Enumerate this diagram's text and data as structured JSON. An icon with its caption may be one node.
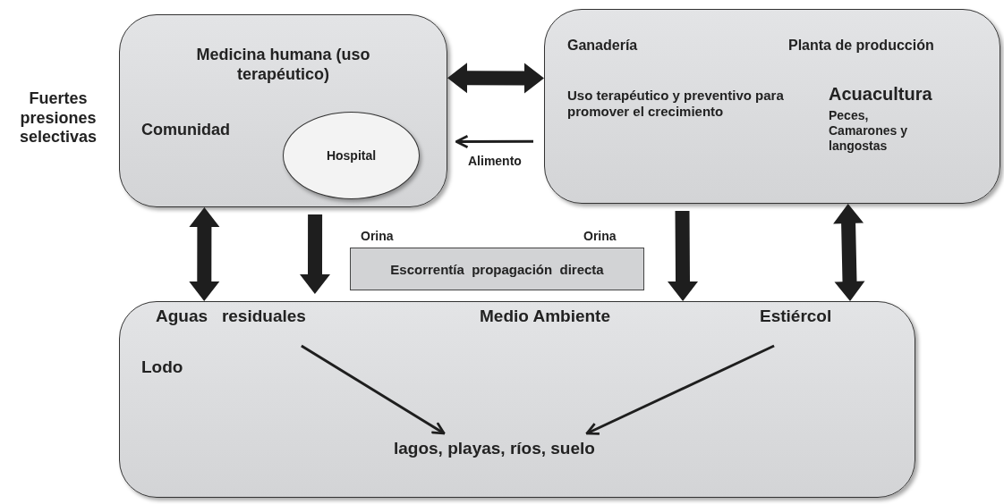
{
  "diagram": {
    "nodes": [
      {
        "text": [
          "Medicina humana (uso terapéutico)",
          "Comunidad"
        ]
      },
      {
        "text": [
          "Hospital"
        ],
        "in": 0
      },
      {
        "text": [
          "Ganadería",
          "Planta de producción",
          "Uso terapéutico y preventivo para  promover el crecimiento",
          "Acuacultura",
          "Peces, Camarones y  langostas"
        ]
      },
      {
        "text": [
          "Escorrentía  propagación  directa"
        ]
      },
      {
        "text": [
          "Medio Ambiente",
          "Lodo"
        ]
      },
      {
        "text": [
          "Aguas   residuales"
        ],
        "in": 4
      },
      {
        "text": [
          "Estiércol"
        ],
        "in": 4
      },
      {
        "text": [
          "lagos, playas, ríos, suelo"
        ],
        "in": 4
      }
    ],
    "edges": [
      {
        "from": 0,
        "to": 2,
        "arrow": "both",
        "style": "thick"
      },
      {
        "from": 2,
        "to": 0,
        "arrow": "to",
        "label": "Alimento"
      },
      {
        "from": 0,
        "to": 4,
        "arrow": "both",
        "style": "thick"
      },
      {
        "from": 0,
        "to": 4,
        "arrow": "to",
        "style": "thick"
      },
      {
        "from": 2,
        "to": 4,
        "arrow": "to",
        "style": "thick"
      },
      {
        "from": 2,
        "to": 4,
        "arrow": "both",
        "style": "thick"
      },
      {
        "from": 5,
        "to": 7,
        "arrow": "to"
      },
      {
        "from": 6,
        "to": 7,
        "arrow": "to"
      }
    ],
    "labels": [
      "Fuertes presiones selectivas",
      "Orina",
      "Orina"
    ]
  }
}
